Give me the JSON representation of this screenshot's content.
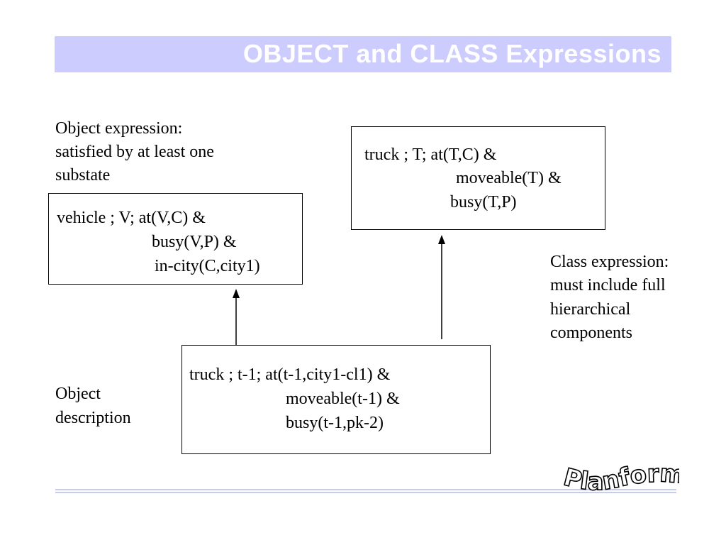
{
  "title": "OBJECT and CLASS Expressions",
  "labels": {
    "object_expression": [
      "Object expression:",
      "satisfied by at least one",
      "substate"
    ],
    "class_expression": [
      "Class expression:",
      "must include full",
      "hierarchical",
      "components"
    ],
    "object_description": [
      "Object",
      "description"
    ]
  },
  "boxes": {
    "vehicle": [
      "vehicle ; V; at(V,C) &",
      "busy(V,P) &",
      "in-city(C,city1)"
    ],
    "truck_class": [
      "truck ; T;  at(T,C) &",
      "moveable(T) &",
      "busy(T,P)"
    ],
    "truck_object": [
      "truck ; t-1; at(t-1,city1-cl1) &",
      "moveable(t-1) &",
      "busy(t-1,pk-2)"
    ]
  },
  "logo": "Planform"
}
